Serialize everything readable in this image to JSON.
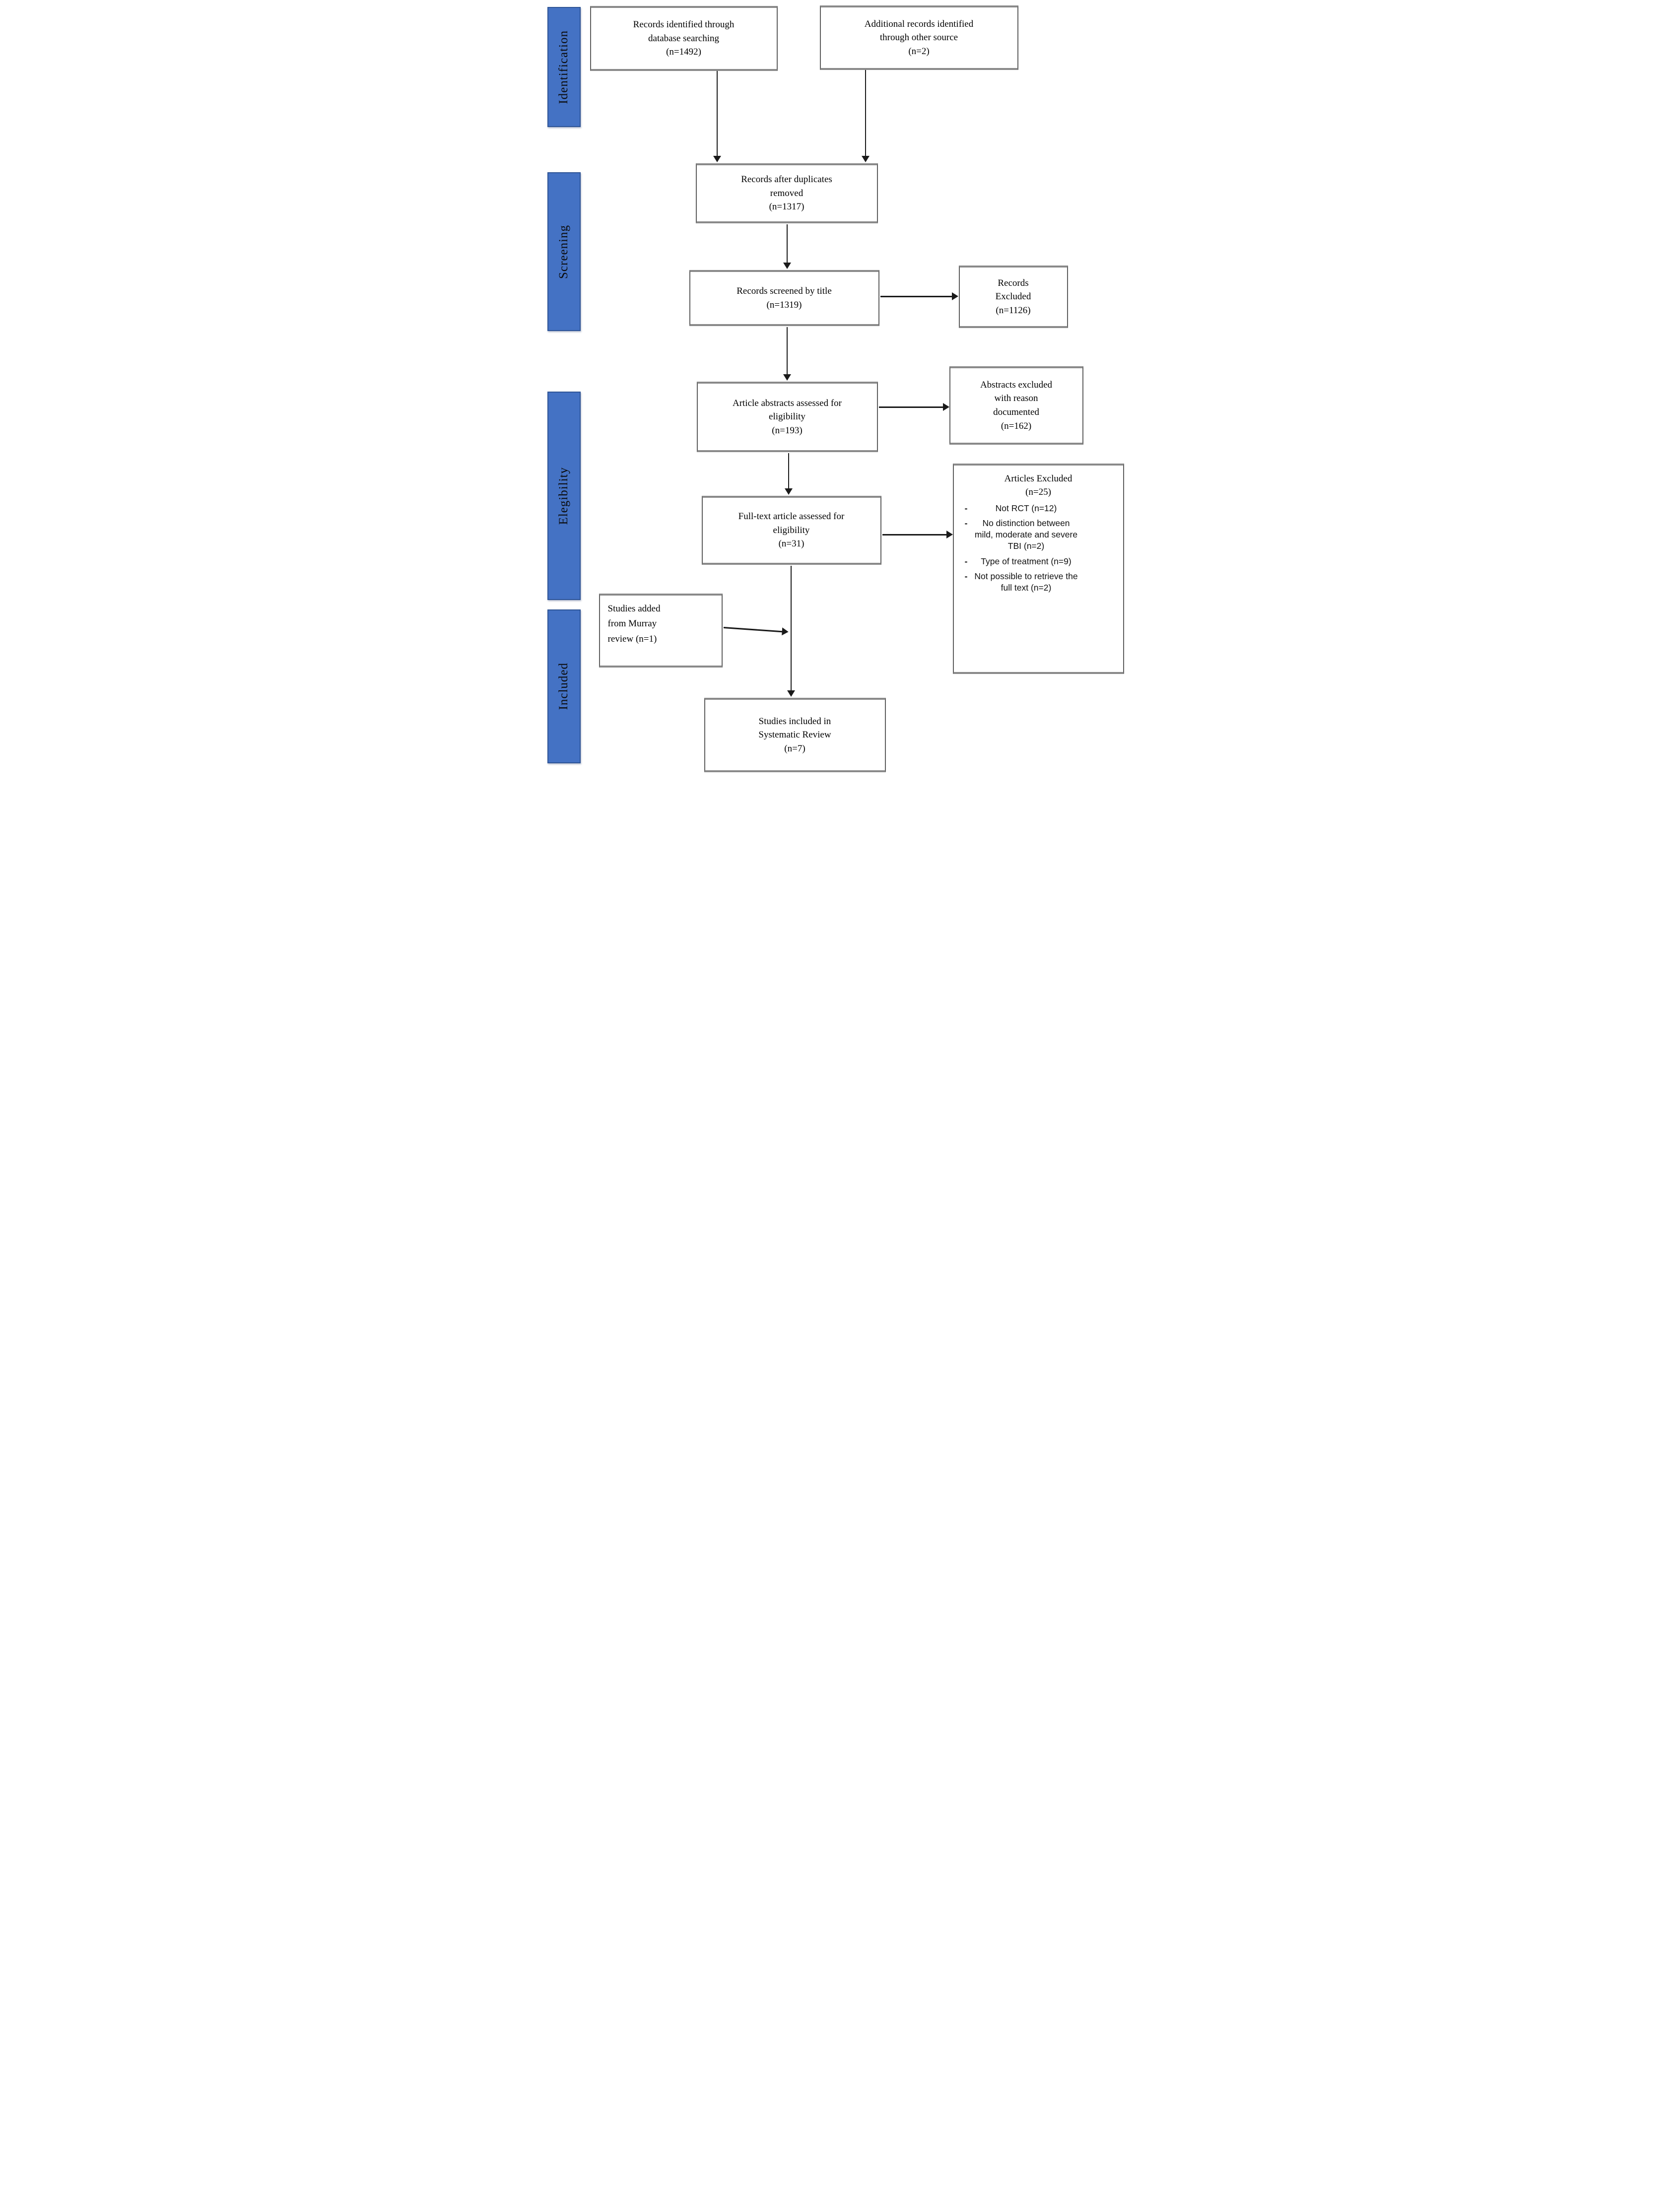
{
  "diagram": {
    "type": "prisma-flow",
    "colors": {
      "stage_fill": "#4472C4",
      "stage_border": "#2F5597",
      "box_border": "#5f5f5f",
      "arrow": "#1a1a1a",
      "background": "#ffffff"
    },
    "stages": [
      {
        "label": "Identification"
      },
      {
        "label": "Screening"
      },
      {
        "label": "Elegibility"
      },
      {
        "label": "Included"
      }
    ],
    "boxes": {
      "records_identified": {
        "text": "Records identified through\ndatabase searching\n(n=1492)"
      },
      "additional_records": {
        "text": "Additional records identified\nthrough other source\n(n=2)"
      },
      "duplicates_removed": {
        "text": "Records after duplicates\nremoved\n(n=1317)"
      },
      "records_screened": {
        "text": "Records screened by title\n(n=1319)"
      },
      "records_excluded": {
        "text": "Records\nExcluded\n(n=1126)"
      },
      "abstracts_assessed": {
        "text": "Article abstracts assessed for\neligibility\n(n=193)"
      },
      "abstracts_excluded": {
        "text": "Abstracts excluded\nwith reason\ndocumented\n(n=162)"
      },
      "fulltext_assessed": {
        "text": "Full-text article assessed for\neligibility\n(n=31)"
      },
      "articles_excluded": {
        "title": "Articles Excluded\n(n=25)",
        "bullet_marker": "-",
        "items": [
          "Not RCT (n=12)",
          "No distinction between mild, moderate and severe TBI (n=2)",
          "Type of treatment (n=9)",
          "Not possible to retrieve the full text (n=2)"
        ]
      },
      "murray_added": {
        "text": "Studies added\nfrom Murray\nreview (n=1)"
      },
      "studies_included": {
        "text": "Studies included in\nSystematic Review\n(n=7)"
      }
    }
  }
}
